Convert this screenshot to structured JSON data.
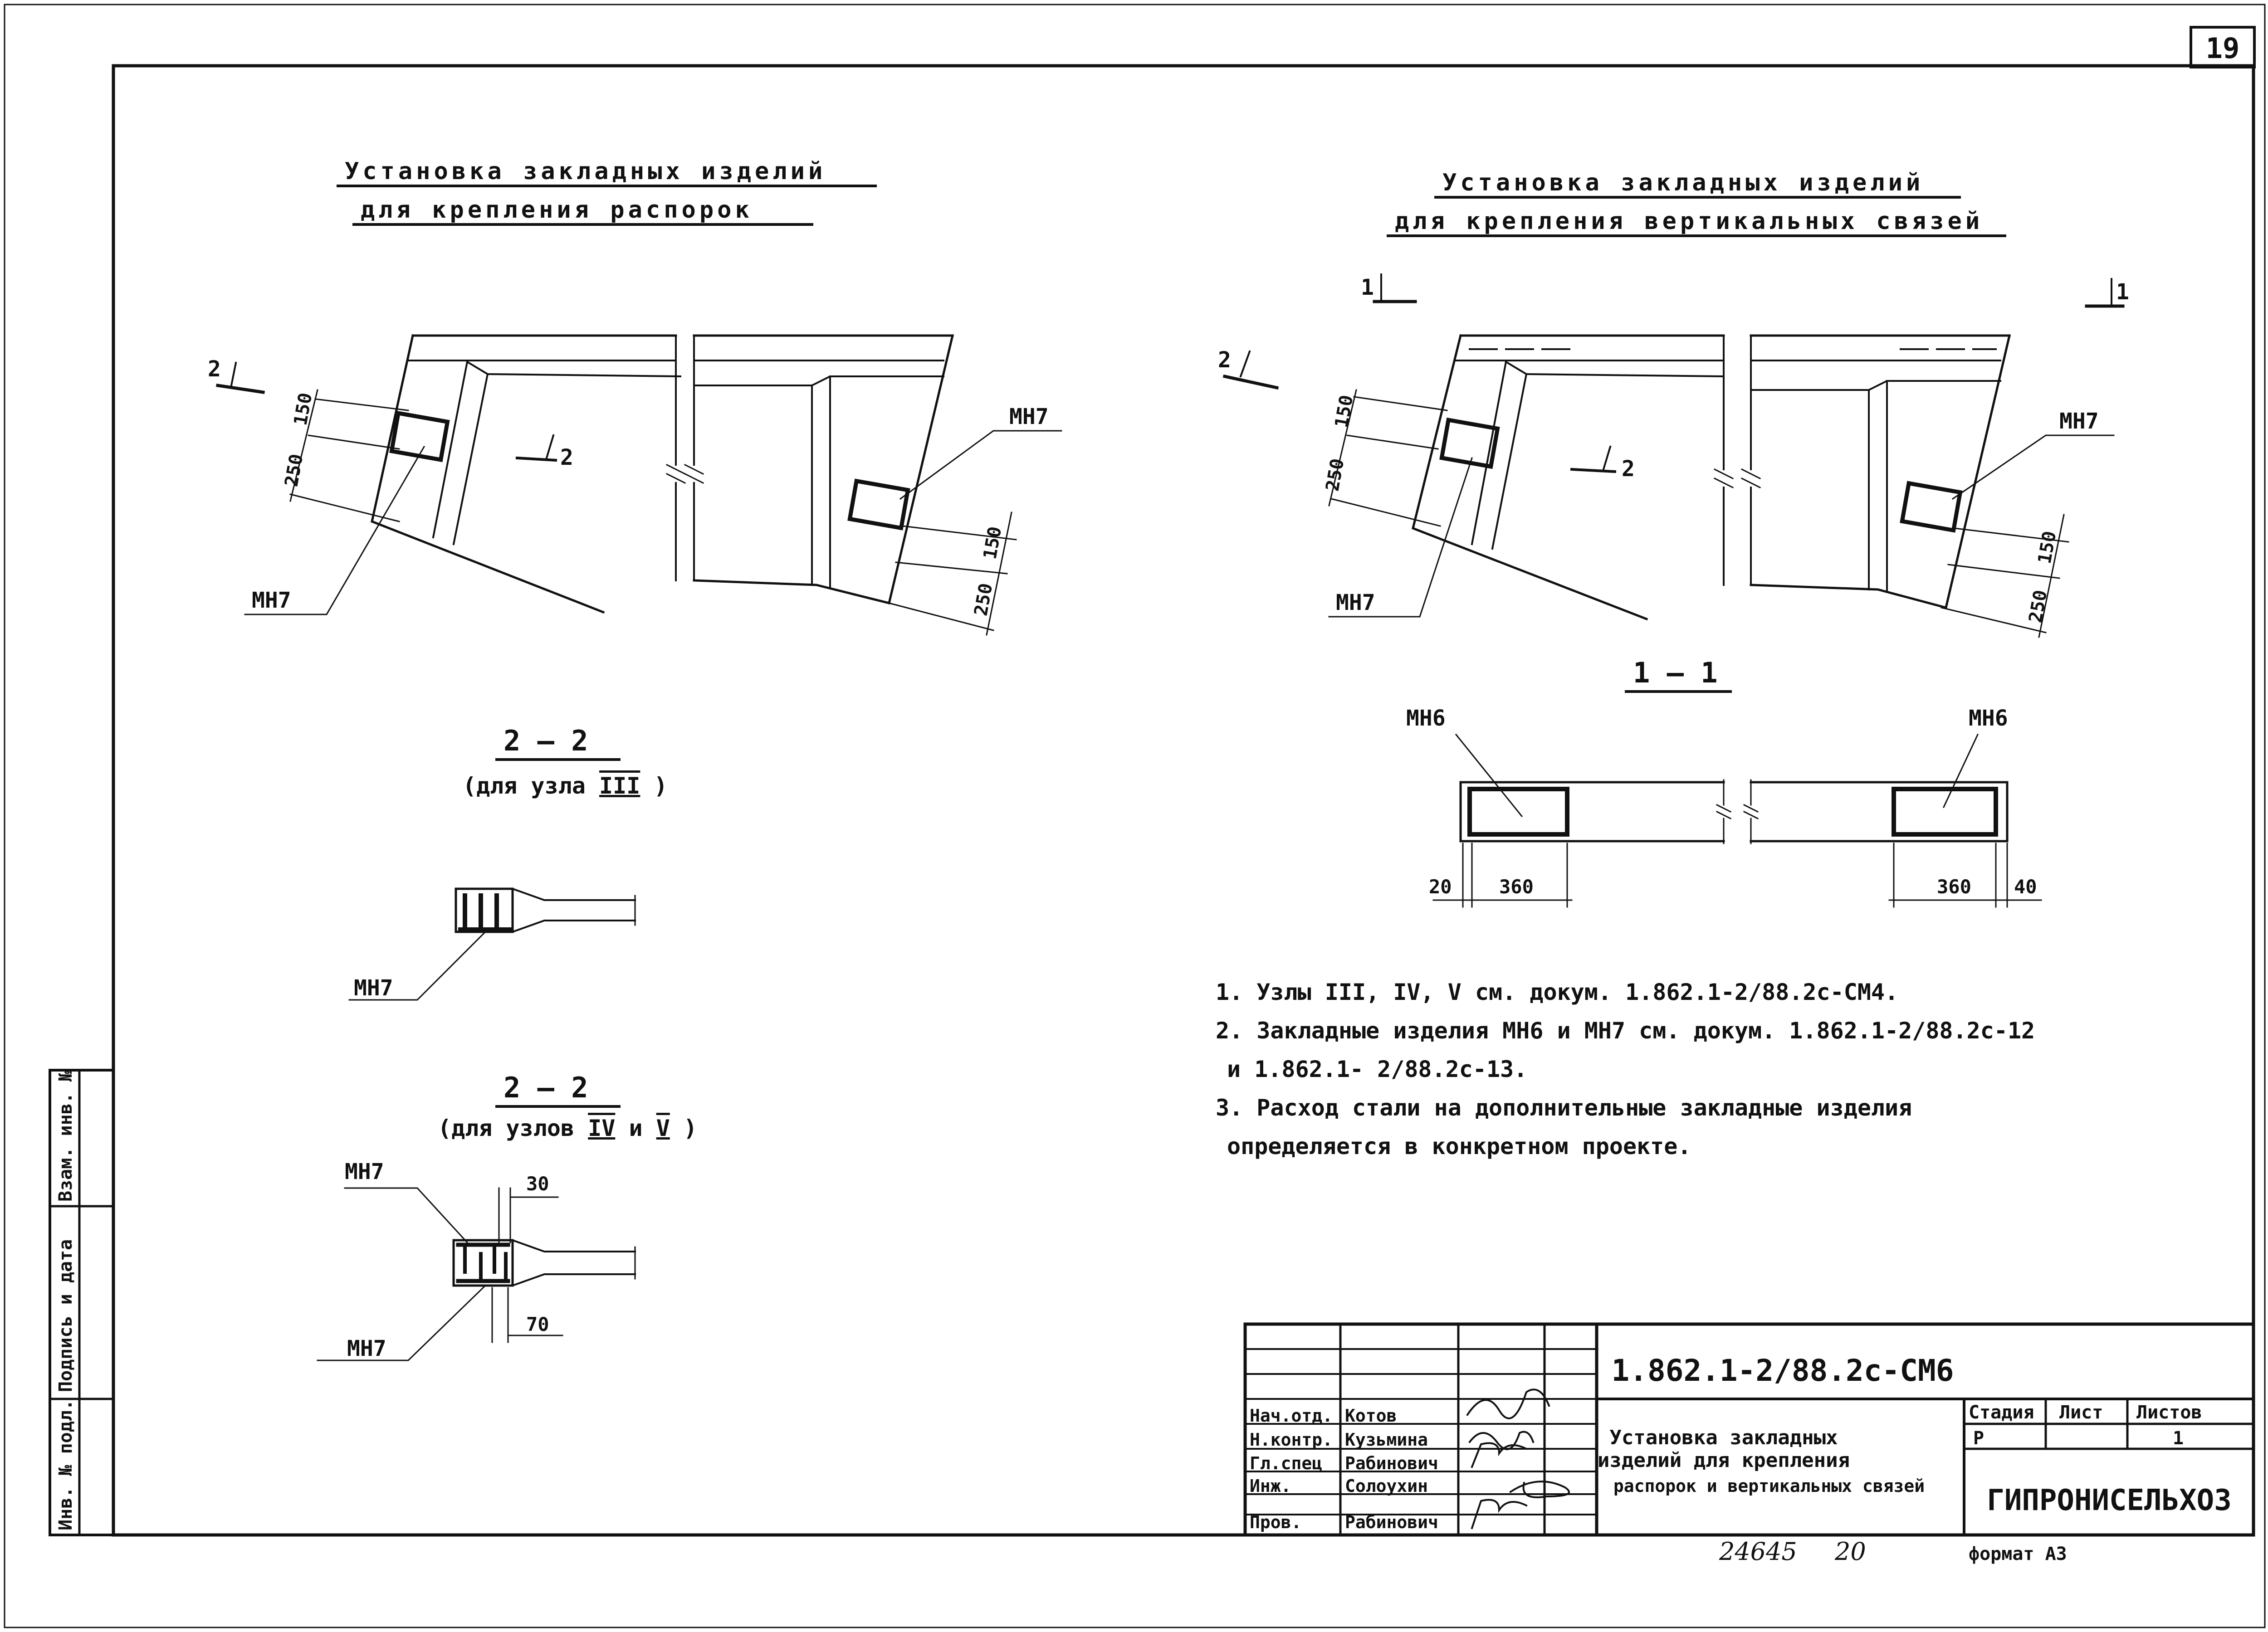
{
  "sheet": {
    "page_number": "19"
  },
  "left_section": {
    "title_line1": "Установка закладных изделий",
    "title_line2": "для крепления распорок",
    "section_marker": "2",
    "dim_top": "150",
    "dim_bottom": "250",
    "label_mn7_left": "МН7",
    "label_mn7_right": "МН7",
    "section_2_inner": "2",
    "dim_right_top": "150",
    "dim_right_bottom": "250"
  },
  "detail_a": {
    "title": "2 — 2",
    "subtitle_prefix": "(для узла",
    "subtitle_node": "III",
    "subtitle_suffix": ")",
    "label": "МН7"
  },
  "detail_b": {
    "title": "2 — 2",
    "subtitle_prefix": "(для узлов",
    "subtitle_node1": "IV",
    "subtitle_and": "и",
    "subtitle_node2": "V",
    "subtitle_suffix": ")",
    "label_top": "МН7",
    "label_bottom": "МН7",
    "dim_top": "30",
    "dim_bottom": "70"
  },
  "right_section": {
    "title_line1": "Установка закладных изделий",
    "title_line2": "для крепления вертикальных связей",
    "marker_1": "1",
    "marker_2": "2",
    "dim_top": "150",
    "dim_bottom": "250",
    "label_mn7_left": "МН7",
    "label_mn7_right": "МН7",
    "section_2_inner": "2",
    "dim_right_top": "150",
    "dim_right_bottom": "250"
  },
  "section_1_1": {
    "title": "1 — 1",
    "label_left": "МН6",
    "label_right": "МН6",
    "dim_20": "20",
    "dim_360_left": "360",
    "dim_360_right": "360",
    "dim_40": "40"
  },
  "notes": [
    "1. Узлы III, IV, V см. докум. 1.862.1-2/88.2с-СМ4.",
    "2. Закладные изделия МН6 и МН7 см. докум. 1.862.1-2/88.2с-12",
    "и 1.862.1- 2/88.2с-13.",
    "3. Расход стали на дополнительные закладные изделия",
    "определяется в конкретном проекте."
  ],
  "side_stamp": {
    "inv_podl": "Инв. № подл.",
    "podpis_data": "Подпись и дата",
    "vzam_inv": "Взам. инв. №"
  },
  "title_block": {
    "document_code": "1.862.1-2/88.2с-СМ6",
    "roles": [
      "Нач.отд.",
      "Н.контр.",
      "Гл.спец",
      "Инж.",
      "Пров."
    ],
    "names": [
      "Котов",
      "Кузьмина",
      "Рабинович",
      "Солоухин",
      "Рабинович"
    ],
    "title_line1": "Установка закладных",
    "title_line2": "изделий для крепления",
    "title_line3": "распорок и вертикальных связей",
    "stage_header": "Стадия",
    "sheet_header": "Лист",
    "sheets_header": "Листов",
    "stage_value": "Р",
    "sheet_value": "",
    "sheets_value": "1",
    "organization": "ГИПРОНИСЕЛЬХОЗ",
    "format": "формат А3",
    "archive_number": "24645",
    "archive_sheet": "20"
  }
}
